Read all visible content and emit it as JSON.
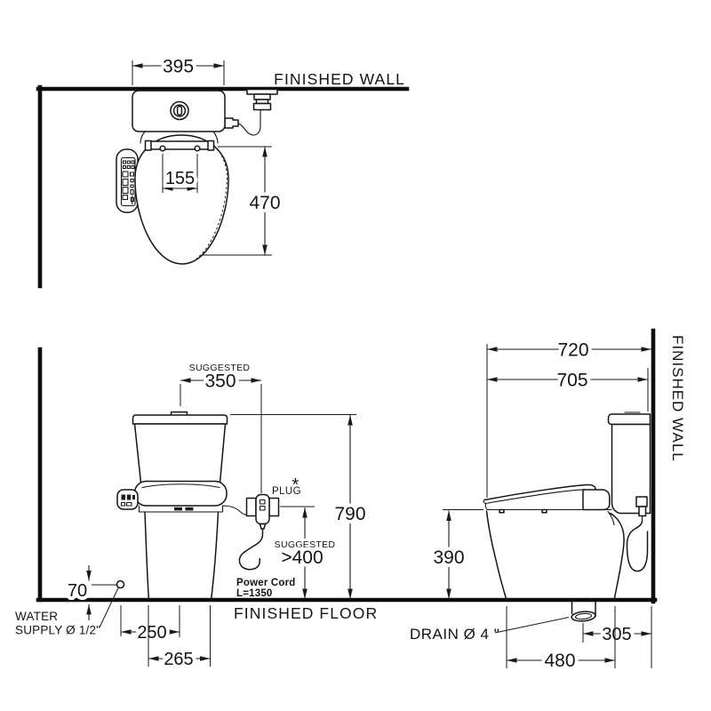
{
  "labels": {
    "finished_wall_top": "FINISHED WALL",
    "finished_wall_side": "FINISHED WALL",
    "finished_floor": "FINISHED FLOOR"
  },
  "top_view": {
    "width": "395",
    "hinge_span": "155",
    "depth": "470"
  },
  "front_view": {
    "suggested_top": "SUGGESTED",
    "offset_350": "350",
    "plug_label": "PLUG",
    "plug_asterisk": "*",
    "height_790": "790",
    "suggested_mid": "SUGGESTED",
    "min_400": ">400",
    "power_cord_1": "Power Cord",
    "power_cord_2": "L=1350",
    "supply_height_70": "70",
    "water_label_1": "WATER",
    "water_label_2": "SUPPLY Ø 1/2\"",
    "dist_250": "250",
    "dist_265": "265"
  },
  "side_view": {
    "depth_720": "720",
    "depth_705": "705",
    "height_390": "390",
    "drain_label": "DRAIN Ø 4 \"",
    "dist_305": "305",
    "dist_480": "480"
  },
  "colors": {
    "line": "#151515",
    "background": "#ffffff"
  }
}
